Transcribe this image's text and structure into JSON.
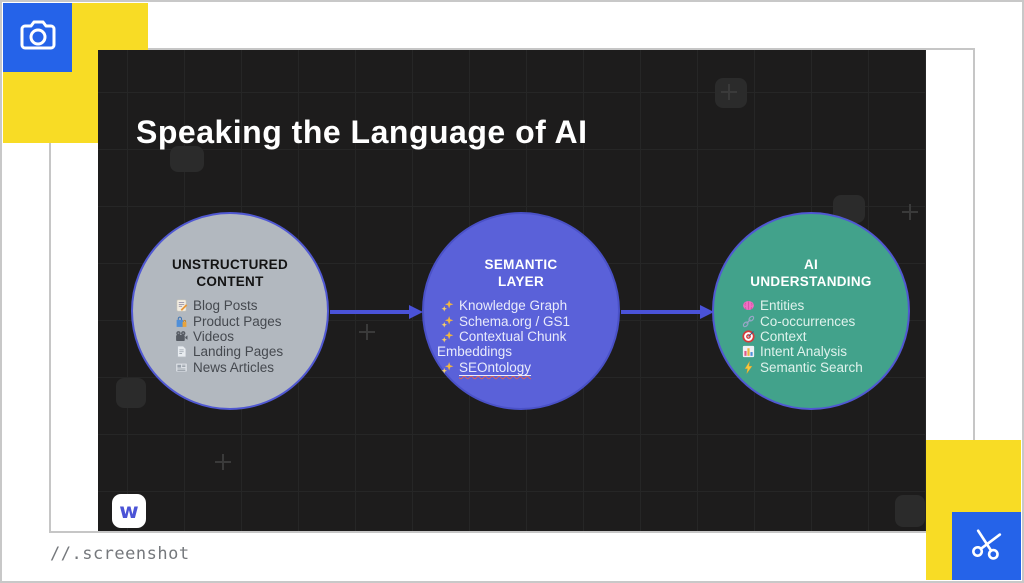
{
  "page": {
    "caption": "//.screenshot"
  },
  "theme": {
    "yellow": "#f8dc25",
    "badge_blue": "#2563e9",
    "accent_indigo": "#4b53d6",
    "slide_bg": "#1d1c1c",
    "frame_border": "#c6c6c6",
    "circle_gray": "#b2b8bf",
    "circle_blue": "#5a61d9",
    "circle_green": "#42a28b"
  },
  "slide": {
    "title": "Speaking the Language of AI",
    "logo_letter": "w",
    "flow": [
      {
        "header": "UNSTRUCTURED\nCONTENT",
        "items": [
          {
            "icon": "memo-icon",
            "label": "Blog Posts"
          },
          {
            "icon": "shopping-bags-icon",
            "label": "Product Pages"
          },
          {
            "icon": "video-camera-icon",
            "label": "Videos"
          },
          {
            "icon": "page-icon",
            "label": "Landing Pages"
          },
          {
            "icon": "newspaper-icon",
            "label": "News Articles"
          }
        ]
      },
      {
        "header": "SEMANTIC\nLAYER",
        "items": [
          {
            "icon": "sparkles-icon",
            "label": "Knowledge Graph"
          },
          {
            "icon": "sparkles-icon",
            "label": "Schema.org / GS1"
          },
          {
            "icon": "sparkles-icon",
            "label": "Contextual Chunk"
          },
          {
            "icon": "",
            "label": "Embeddings"
          },
          {
            "icon": "sparkles-icon",
            "label": "SEOntology"
          }
        ]
      },
      {
        "header": "AI\nUNDERSTANDING",
        "items": [
          {
            "icon": "brain-icon",
            "label": "Entities"
          },
          {
            "icon": "link-icon",
            "label": "Co-occurrences"
          },
          {
            "icon": "target-icon",
            "label": "Context"
          },
          {
            "icon": "bar-chart-icon",
            "label": "Intent Analysis"
          },
          {
            "icon": "lightning-icon",
            "label": "Semantic Search"
          }
        ]
      }
    ]
  }
}
